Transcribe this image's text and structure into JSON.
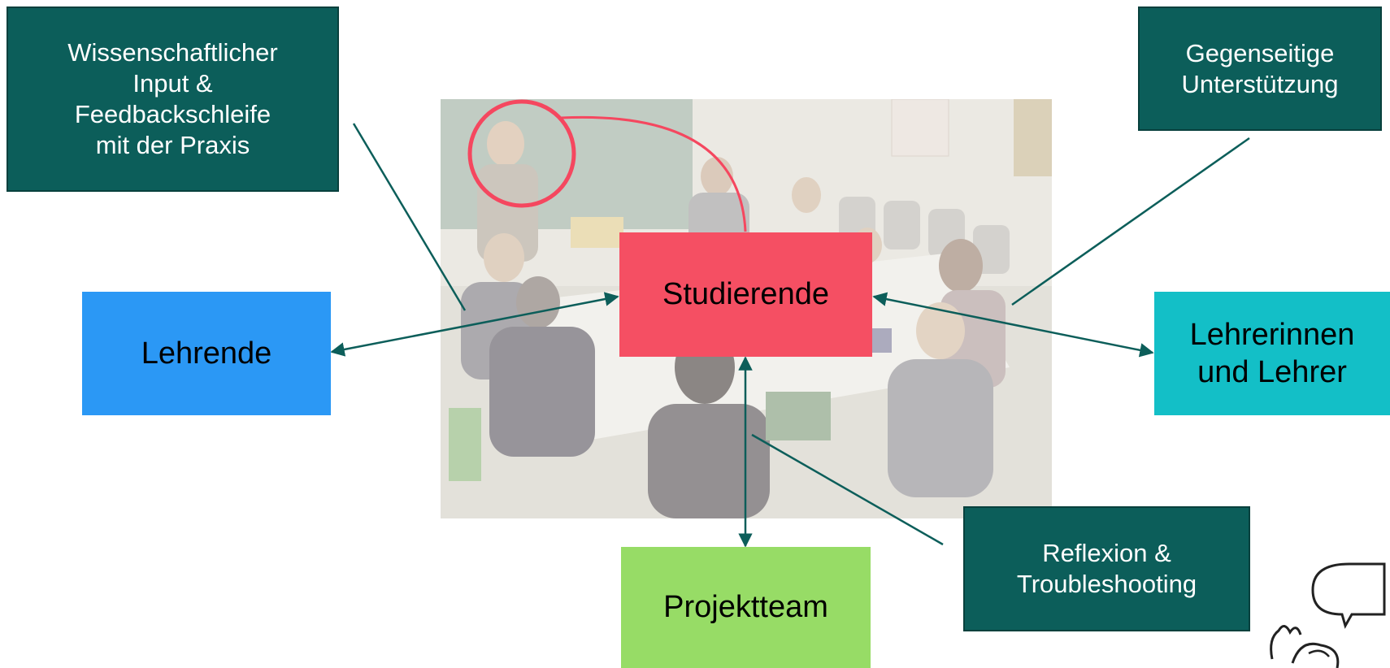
{
  "nodes": {
    "wissenschaft": "Wissenschaftlicher\nInput &\nFeedbackschleife\nmit der Praxis",
    "gegenseitig": "Gegenseitige\nUnterstützung",
    "lehrende": "Lehrende",
    "studierende": "Studierende",
    "lehrerinnen": "Lehrerinnen\nund Lehrer",
    "reflexion": "Reflexion &\nTroubleshooting",
    "projektteam": "Projektteam"
  },
  "photo": {
    "description_icon": "classroom-photo"
  },
  "colors": {
    "dark_teal": "#0c5e5a",
    "blue": "#2b98f5",
    "red": "#f54f63",
    "cyan": "#13bfc7",
    "green": "#97dc66",
    "arrow": "#0c5e5a",
    "highlight": "#f5475f"
  }
}
